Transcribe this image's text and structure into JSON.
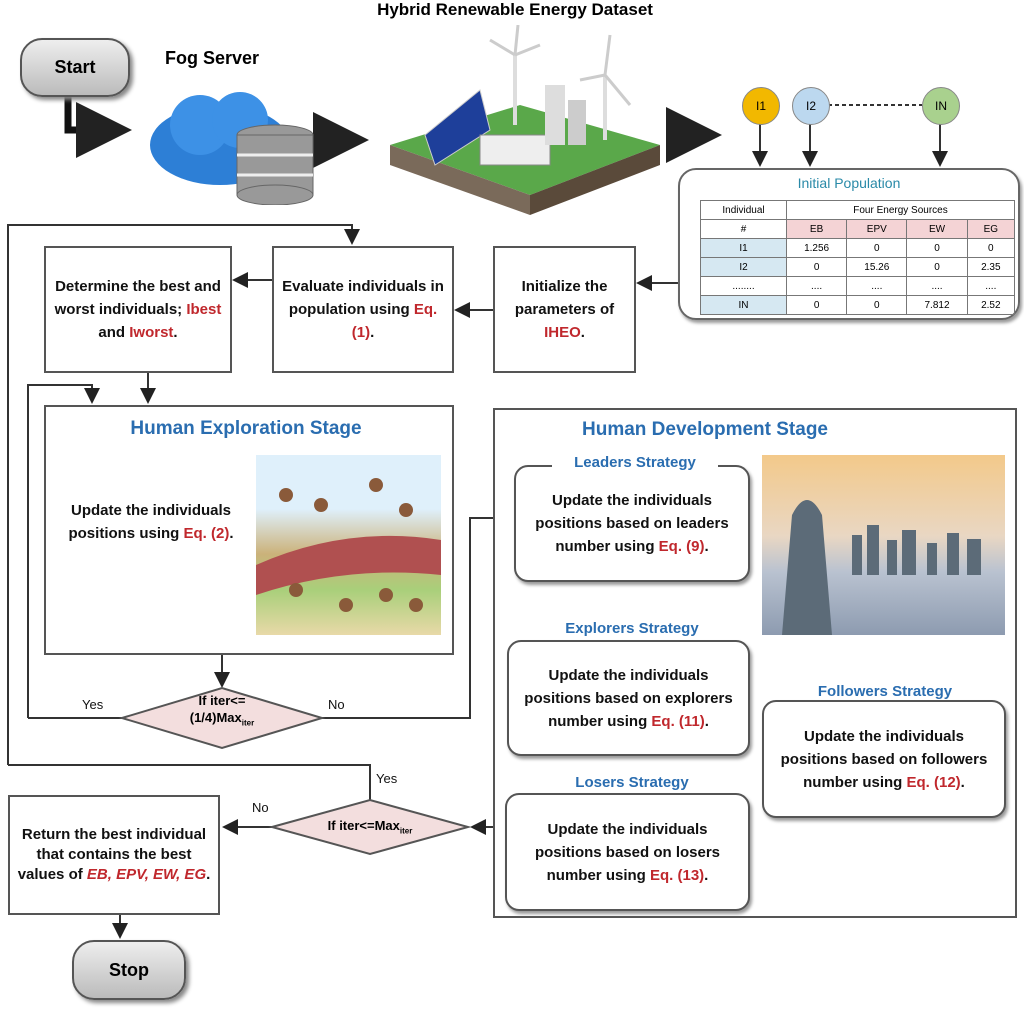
{
  "title": "Hybrid Renewable Energy Dataset",
  "start": "Start",
  "stop": "Stop",
  "fog_server": "Fog Server",
  "individuals": [
    "I1",
    "I2",
    "IN"
  ],
  "initial_population": {
    "title": "Initial Population",
    "col_individual": "Individual",
    "col_hash": "#",
    "col_group": "Four Energy Sources",
    "sources": [
      "EB",
      "EPV",
      "EW",
      "EG"
    ],
    "rows": [
      [
        "I1",
        "1.256",
        "0",
        "0",
        "0"
      ],
      [
        "I2",
        "0",
        "15.26",
        "0",
        "2.35"
      ],
      [
        "........",
        "....",
        "....",
        "....",
        "...."
      ],
      [
        "IN",
        "0",
        "0",
        "7.812",
        "2.52"
      ]
    ]
  },
  "determine": {
    "text": "Determine the best and worst individuals;",
    "best": "Ibest",
    "and": "and",
    "worst": "Iworst",
    "end": "."
  },
  "evaluate": {
    "text": "Evaluate individuals in population using",
    "eq": "Eq. (1)",
    "end": "."
  },
  "initialize": {
    "text": "Initialize the parameters of",
    "alg": "IHEO",
    "end": "."
  },
  "exploration": {
    "title": "Human Exploration Stage",
    "text": "Update the individuals positions using",
    "eq": "Eq. (2)",
    "end": "."
  },
  "development": {
    "title": "Human Development Stage",
    "leaders": {
      "title": "Leaders Strategy",
      "text": "Update the individuals positions based on leaders number using",
      "eq": "Eq. (9)",
      "end": "."
    },
    "explorers": {
      "title": "Explorers Strategy",
      "text": "Update the individuals positions based on explorers number using",
      "eq": "Eq. (11)",
      "end": "."
    },
    "followers": {
      "title": "Followers Strategy",
      "text": "Update the individuals positions based on followers number using",
      "eq": "Eq. (12)",
      "end": "."
    },
    "losers": {
      "title": "Losers Strategy",
      "text": "Update the individuals positions based on losers number using",
      "eq": "Eq. (13)",
      "end": "."
    }
  },
  "cond1": {
    "text": "If iter<=(1/4)Max",
    "sub": "iter",
    "yes": "Yes",
    "no": "No"
  },
  "cond2": {
    "text": "If iter<=Max",
    "sub": "iter",
    "yes": "Yes",
    "no": "No"
  },
  "result": {
    "text": "Return the best individual that contains the best values of",
    "vars": "EB, EPV, EW, EG",
    "end": "."
  }
}
